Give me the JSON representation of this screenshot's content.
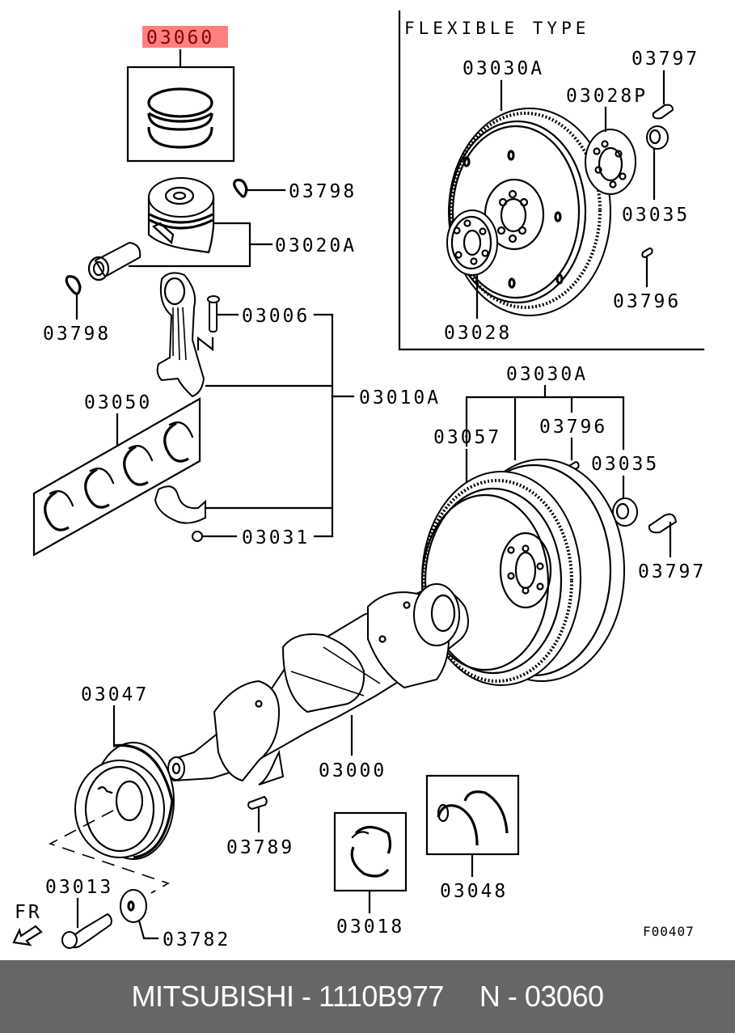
{
  "diagram": {
    "highlighted_part": "03060",
    "highlight_color": "#ff8080",
    "highlight_text_color": "#8b0000",
    "inset_title": "FLEXIBLE TYPE",
    "figure_code": "F00407",
    "direction_label": "FR",
    "callouts": {
      "piston_rings": "03060",
      "snap_ring_top": "03798",
      "piston_assembly": "03020A",
      "snap_ring_left": "03798",
      "conrod_bolt": "03006",
      "conrod_assembly": "03010A",
      "conrod_bearing_set": "03050",
      "conrod_nut": "03031",
      "flex_drive_plate_assembly": "03030A",
      "flex_bolt": "03797",
      "flex_adapter_plate": "03028P",
      "flex_bushing": "03035",
      "flex_pin": "03796",
      "flex_adapter": "03028",
      "flywheel_assembly": "03030A",
      "ring_gear": "03057",
      "flywheel_pin": "03796",
      "flywheel_bushing": "03035",
      "flywheel_bolt": "03797",
      "damper_pulley": "03047",
      "crankshaft": "03000",
      "woodruff_key": "03789",
      "pulley_bolt": "03013",
      "pulley_washer": "03782",
      "main_bearing": "03018",
      "thrust_washer": "03048"
    }
  },
  "caption": {
    "brand": "MITSUBISHI",
    "separator": "-",
    "part_number": "1110B977",
    "position_prefix": "N",
    "position_number": "03060",
    "background_color": "#666666",
    "text_color": "#ffffff"
  }
}
